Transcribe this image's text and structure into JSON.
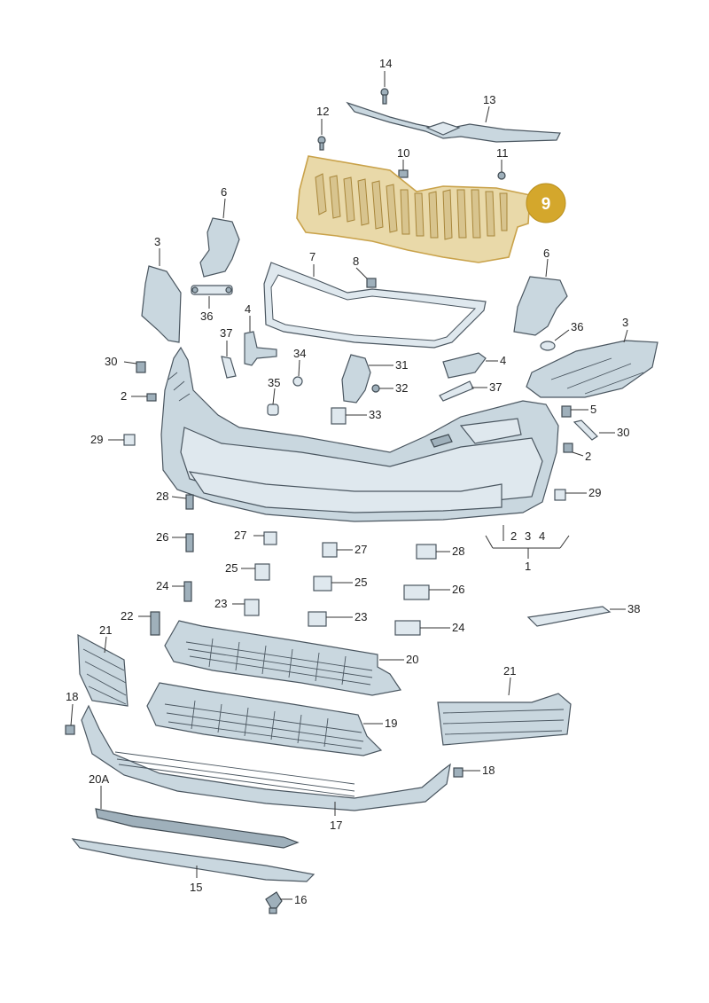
{
  "highlight": {
    "label": "9",
    "color": "#d4a72c"
  },
  "labels": {
    "p14": "14",
    "p13": "13",
    "p12": "12",
    "p10": "10",
    "p11": "11",
    "p6a": "6",
    "p6b": "6",
    "p3a": "3",
    "p3b": "3",
    "p7": "7",
    "p8": "8",
    "p36a": "36",
    "p36b": "36",
    "p4a": "4",
    "p4b": "4",
    "p37a": "37",
    "p37b": "37",
    "p30a": "30",
    "p30b": "30",
    "p34": "34",
    "p31": "31",
    "p2a": "2",
    "p2b": "2",
    "p35": "35",
    "p32": "32",
    "p33": "33",
    "p5": "5",
    "p29a": "29",
    "p29b": "29",
    "p28a": "28",
    "p28b": "28",
    "p26a": "26",
    "p26b": "26",
    "p27a": "27",
    "p27b": "27",
    "p25a": "25",
    "p25b": "25",
    "p24a": "24",
    "p24b": "24",
    "p23a": "23",
    "p23b": "23",
    "p22": "22",
    "p21a": "21",
    "p21b": "21",
    "p20": "20",
    "p19": "19",
    "p18a": "18",
    "p18b": "18",
    "p20A": "20A",
    "p17": "17",
    "p15": "15",
    "p16": "16",
    "p38": "38",
    "p1": "1",
    "p1_2": "2",
    "p1_3": "3",
    "p1_4": "4"
  }
}
